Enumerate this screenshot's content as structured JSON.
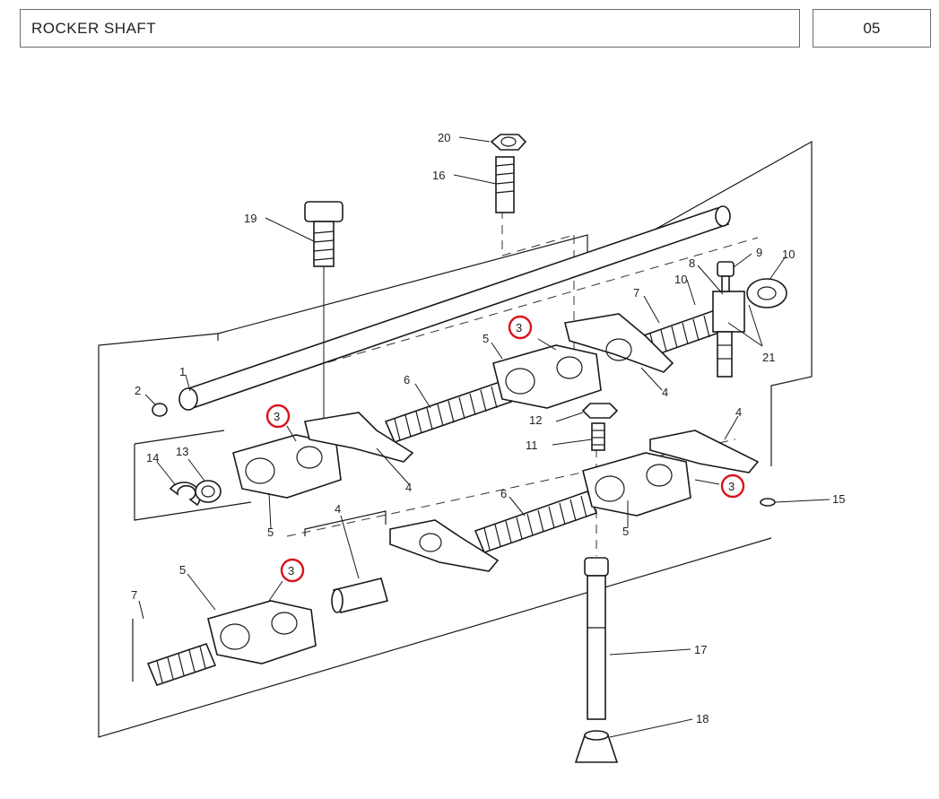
{
  "header": {
    "title": "ROCKER SHAFT",
    "page": "05"
  },
  "diagram": {
    "part_numbers": {
      "p1": "1",
      "p2": "2",
      "p3a": "3",
      "p3b": "3",
      "p3c": "3",
      "p3d": "3",
      "p4a": "4",
      "p4b": "4",
      "p4c": "4",
      "p4d": "4",
      "p5a": "5",
      "p5b": "5",
      "p5c": "5",
      "p5d": "5",
      "p6a": "6",
      "p6b": "6",
      "p7a": "7",
      "p7b": "7",
      "p8": "8",
      "p9": "9",
      "p10a": "10",
      "p10b": "10",
      "p11": "11",
      "p12": "12",
      "p13": "13",
      "p14": "14",
      "p15": "15",
      "p16": "16",
      "p17": "17",
      "p18": "18",
      "p19": "19",
      "p20": "20",
      "p21": "21"
    },
    "highlight_color": "#d8141c"
  }
}
